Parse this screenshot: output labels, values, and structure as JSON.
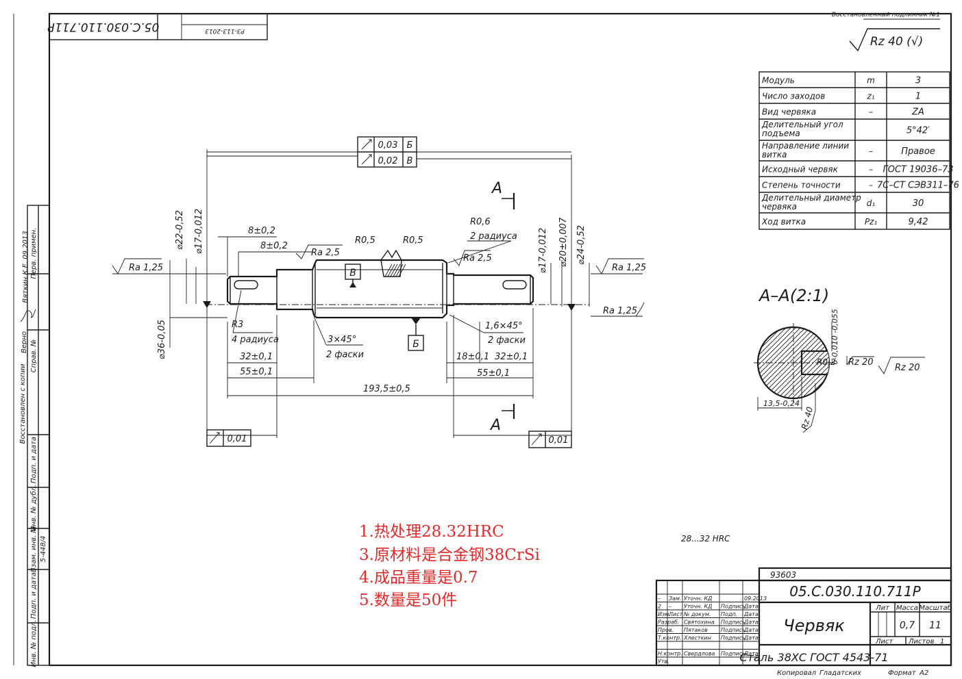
{
  "title_block": {
    "header_code": "93603",
    "designation": "05.С.030.110.711Р",
    "name": "Червяк",
    "material": "Сталь 38ХС ГОСТ 4543-71",
    "mass": "0,7",
    "scale": "11",
    "sheets": "1",
    "col_lit": "Лит",
    "col_mass": "Масса",
    "col_scale": "Масштаб",
    "lbl_sheet": "Лист",
    "lbl_sheets": "Листов",
    "copied_by": "Копировал",
    "copier_name": "Гладатских",
    "format_label": "Формат",
    "format": "А2",
    "rows": [
      {
        "zm": "–",
        "list": "Зам.",
        "doc": "Уточн. КД",
        "sign": "",
        "date": "09.2013"
      },
      {
        "zm": "2",
        "list": "–",
        "doc": "Уточн. КД",
        "sign": "Подпись",
        "date": "Дата"
      },
      {
        "zm": "Изм.",
        "list": "Лист",
        "doc": "№ докум.",
        "sign": "Подп.",
        "date": "Дата"
      },
      {
        "zm": "Разраб.",
        "list": "",
        "doc": "Святохина",
        "sign": "Подпись",
        "date": "Дата"
      },
      {
        "zm": "Пров.",
        "list": "",
        "doc": "Пятаков",
        "sign": "Подпись",
        "date": "Дата"
      },
      {
        "zm": "Т.контр.",
        "list": "",
        "doc": "Хлесткин",
        "sign": "Подпись",
        "date": "Дата"
      },
      {
        "zm": "",
        "list": "",
        "doc": "",
        "sign": "",
        "date": ""
      },
      {
        "zm": "Н.контр.",
        "list": "",
        "doc": "Свердлова",
        "sign": "Подпись",
        "date": "Дата"
      },
      {
        "zm": "Утв.",
        "list": "",
        "doc": "",
        "sign": "",
        "date": ""
      }
    ]
  },
  "corner_stamp": {
    "code": "05.С.030.110.711Р",
    "ref": "РЗ-113-2013"
  },
  "top_right_note": "Восстановленный подлинник №1",
  "roughness_general": "Rz 40 (√)",
  "params_table": [
    {
      "name": "Модуль",
      "sym": "m",
      "val": "3"
    },
    {
      "name": "Число заходов",
      "sym": "z₁",
      "val": "1"
    },
    {
      "name": "Вид червяка",
      "sym": "–",
      "val": "ZA"
    },
    {
      "name": "Делительный угол подъема",
      "sym": "",
      "val": "5°42′"
    },
    {
      "name": "Направление линии витка",
      "sym": "–",
      "val": "Правое"
    },
    {
      "name": "Исходный червяк",
      "sym": "–",
      "val": "ГОСТ 19036–73"
    },
    {
      "name": "Степень точности",
      "sym": "–",
      "val": "7С–СТ СЭВ311–76"
    },
    {
      "name": "Делительный диаметр червяка",
      "sym": "d₁",
      "val": "30"
    },
    {
      "name": "Ход витка",
      "sym": "Pz₁",
      "val": "9,42"
    }
  ],
  "section": {
    "title": "А–А(2:1)",
    "dim_depth": "6-0,010 -0,055",
    "dim_width": "13,5-0,24",
    "radius": "R0,2",
    "rough1": "Rz 20",
    "rough2": "Rz 20",
    "rough3": "Rz 40"
  },
  "tolerances": {
    "top1": {
      "value": "0,03",
      "base": "Б"
    },
    "top2": {
      "value": "0,02",
      "base": "В"
    },
    "bottom_left": {
      "value": "0,01"
    },
    "bottom_right": {
      "value": "0,01"
    }
  },
  "dimensions": {
    "d22": "⌀22-0,52",
    "d17a": "⌀17-0,012",
    "d17b": "⌀17-0,012",
    "d20": "⌀20±0,007",
    "d24": "⌀24-0,52",
    "d36": "⌀36-0,05",
    "l8a": "8±0,2",
    "l8b": "8±0,2",
    "r05a": "R0,5",
    "r05b": "R0,5",
    "r06": "R0,6",
    "r06note": "2 радиуса",
    "ra25a": "Ra 2,5",
    "ra25b": "Ra 2,5",
    "ra125a": "Ra 1,25",
    "ra125b": "Ra 1,25",
    "ra125c": "Ra 1,25",
    "r3": "R3",
    "r3note": "4 радиуса",
    "ch3": "3×45°",
    "ch3note": "2 фаски",
    "ch16": "1,6×45°",
    "ch16note": "2 фаски",
    "l32a": "32±0,1",
    "l55a": "55±0,1",
    "l18": "18±0,1",
    "l32b": "32±0,1",
    "l55b": "55±0,1",
    "l1935": "193,5±0,5",
    "hrc": "28...32 HRC",
    "base_b": "В",
    "base_bb": "Б",
    "section_a": "А"
  },
  "side_strip": {
    "restored": "Восстановлен с копии",
    "copy_author": "Вяткин К.Е. 09.2013",
    "first_use": "Перв. примен.",
    "verified": "Верно",
    "ref_no": "Справ. №",
    "sign_date1": "Подп. и дата",
    "inv_dub": "Инв. № дубл.",
    "inv_replace": "Взам. инв. №",
    "replace_no": "5-448/4",
    "sign_date2": "Подп. и дата",
    "inv_orig": "Инв. № подл."
  },
  "notes": [
    "1.热处理28.32HRC",
    "3.原材料是合金钢38CrSi",
    "4.成品重量是0.7",
    "5.数量是50件"
  ]
}
